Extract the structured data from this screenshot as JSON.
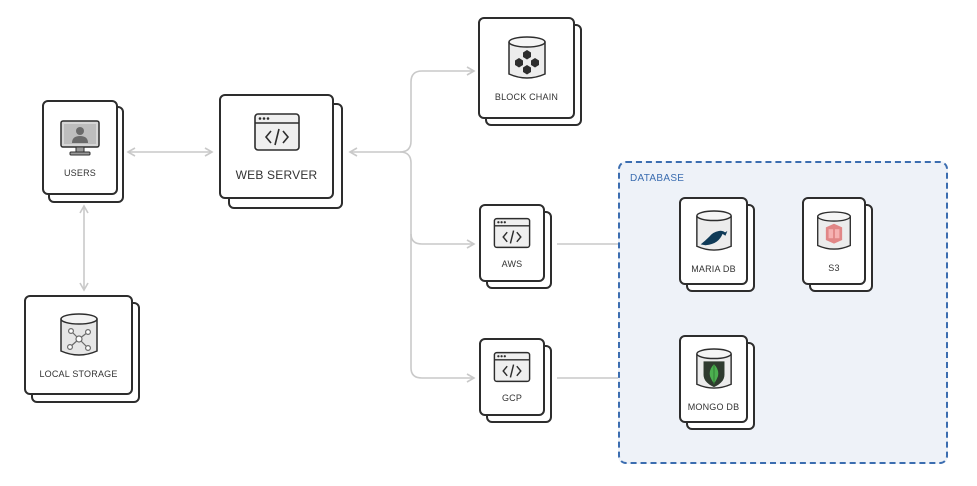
{
  "group": {
    "label": "DATABASE"
  },
  "nodes": {
    "users": "USERS",
    "local_storage": "LOCAL STORAGE",
    "web_server": "WEB SERVER",
    "block_chain": "BLOCK CHAIN",
    "aws": "AWS",
    "gcp": "GCP",
    "maria_db": "MARIA DB",
    "s3": "S3",
    "mongo_db": "MONGO DB"
  },
  "icons": {
    "users": "monitor-user-icon",
    "local_storage": "database-network-icon",
    "web_server": "code-window-icon",
    "block_chain": "database-blockchain-icon",
    "aws": "code-window-icon",
    "gcp": "code-window-icon",
    "maria_db": "database-seal-icon",
    "s3": "database-s3-icon",
    "mongo_db": "database-leaf-icon"
  },
  "colors": {
    "group_border": "#3b6db0",
    "group_fill": "#eef2f8",
    "connector": "#c9c9c9",
    "node_border": "#2d2d2d"
  }
}
